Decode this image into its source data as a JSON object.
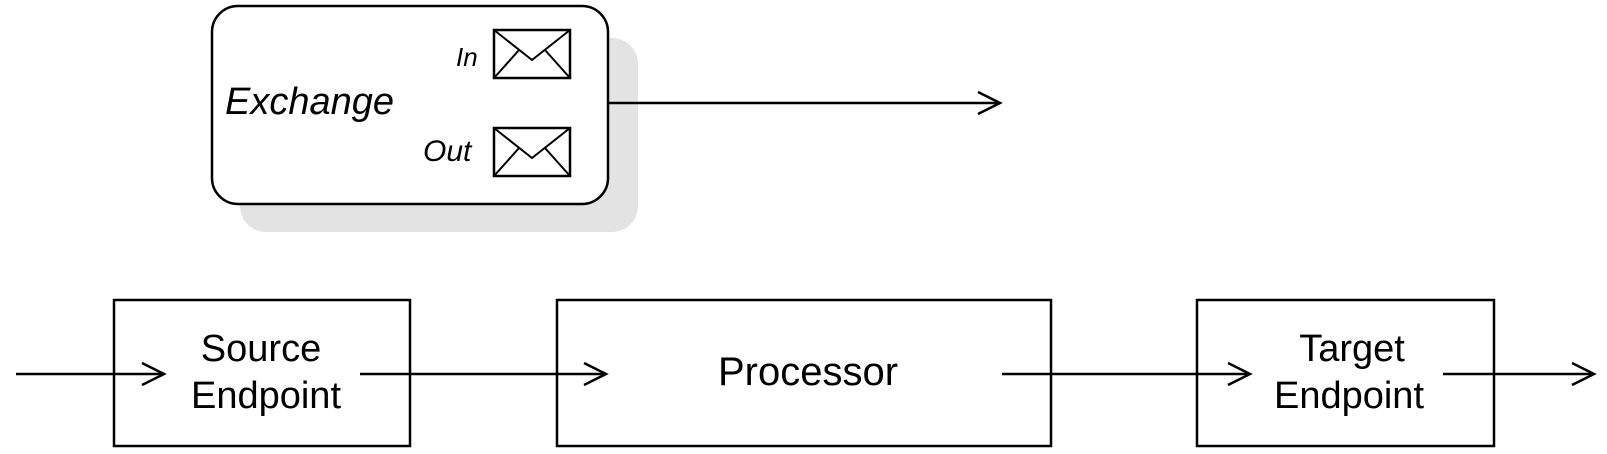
{
  "exchange": {
    "label": "Exchange",
    "in_label": "In",
    "out_label": "Out"
  },
  "pipeline": {
    "source": {
      "line1": "Source",
      "line2": "Endpoint"
    },
    "processor": {
      "label": "Processor"
    },
    "target": {
      "line1": "Target",
      "line2": "Endpoint"
    }
  },
  "colors": {
    "stroke": "#000000",
    "shadow": "#e3e3e3",
    "background": "#ffffff"
  }
}
